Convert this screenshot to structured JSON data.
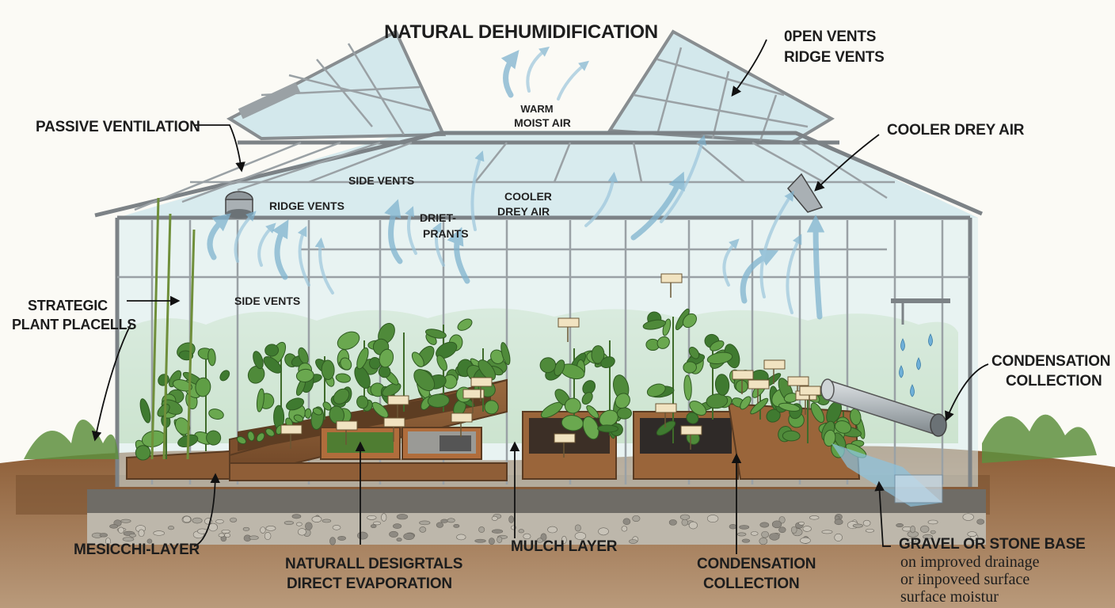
{
  "title": "NATURAL DEHUMIDIFICATION",
  "labels": {
    "open_vents_1": "0PEN VENTS",
    "open_vents_2": "RIDGE VENTS",
    "passive_ventilation": "PASSIVE VENTILATION",
    "warm_moist_1": "WARM",
    "warm_moist_2": "MOIST AIR",
    "cooler_drey_top": "COOLER DREY AIR",
    "side_vents_center": "SIDE VENTS",
    "ridge_vents_left": "RIDGE VENTS",
    "driet_1": "DRIET-",
    "driet_2": "PRANTS",
    "cooler_center_1": "COOLER",
    "cooler_center_2": "DREY AIR",
    "side_vents_left": "SIDE VENTS",
    "strategic_1": "STRATEGIC",
    "strategic_2": "PLANT PLACELLS",
    "condensation_right_1": "CONDENSATION",
    "condensation_right_2": "COLLECTION",
    "mesicch": "MESICCHI-LAYER",
    "naturall_1": "NATURALL DESIGRTALS",
    "naturall_2": "DIRECT EVAPORATION",
    "mulch": "MULCH LAYER",
    "condensation_bottom_1": "CONDENSATION",
    "condensation_bottom_2": "COLLECTION",
    "gravel_1": "GRAVEL OR STONE BASE",
    "gravel_2": "on improved drainage",
    "gravel_3": "or iinpoveed surface",
    "gravel_4": "surface moistur"
  },
  "colors": {
    "frame": "#7c8286",
    "glass": "#d8ecef",
    "airflow": "#7fb3cf",
    "soil": "#8a5a34",
    "leaf": "#4f8a3a",
    "gravel": "#a8a49a"
  }
}
